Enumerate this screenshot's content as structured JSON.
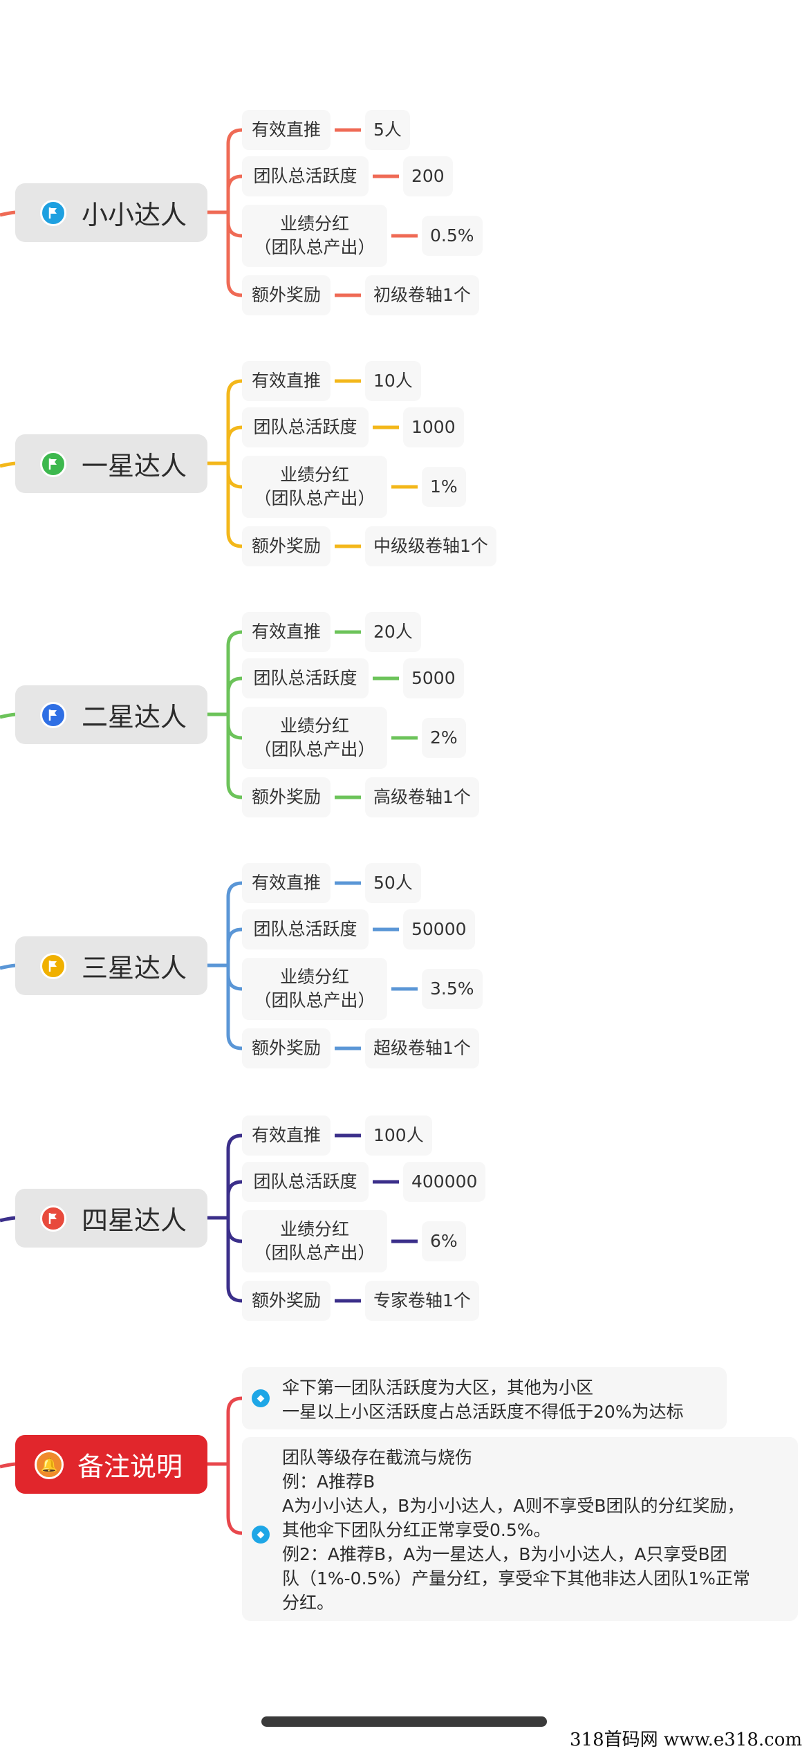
{
  "levels": [
    {
      "title": "小小达人",
      "color": "#ef6a55",
      "icon_color": "#1ea0e0",
      "icon": "flag-icon",
      "rows": [
        {
          "label": "有效直推",
          "value": "5人"
        },
        {
          "label": "团队总活跃度",
          "value": "200"
        },
        {
          "label": "业绩分红\n（团队总产出）",
          "value": "0.5%"
        },
        {
          "label": "额外奖励",
          "value": "初级卷轴1个"
        }
      ]
    },
    {
      "title": "一星达人",
      "color": "#f3b71a",
      "icon_color": "#3db84e",
      "icon": "flag-icon",
      "rows": [
        {
          "label": "有效直推",
          "value": "10人"
        },
        {
          "label": "团队总活跃度",
          "value": "1000"
        },
        {
          "label": "业绩分红\n（团队总产出）",
          "value": "1%"
        },
        {
          "label": "额外奖励",
          "value": "中级级卷轴1个"
        }
      ]
    },
    {
      "title": "二星达人",
      "color": "#6cc35a",
      "icon_color": "#2f6fe4",
      "icon": "flag-icon",
      "rows": [
        {
          "label": "有效直推",
          "value": "20人"
        },
        {
          "label": "团队总活跃度",
          "value": "5000"
        },
        {
          "label": "业绩分红\n（团队总产出）",
          "value": "2%"
        },
        {
          "label": "额外奖励",
          "value": "高级卷轴1个"
        }
      ]
    },
    {
      "title": "三星达人",
      "color": "#5a96d6",
      "icon_color": "#f0b000",
      "icon": "flag-icon",
      "rows": [
        {
          "label": "有效直推",
          "value": "50人"
        },
        {
          "label": "团队总活跃度",
          "value": "50000"
        },
        {
          "label": "业绩分红\n（团队总产出）",
          "value": "3.5%"
        },
        {
          "label": "额外奖励",
          "value": "超级卷轴1个"
        }
      ]
    },
    {
      "title": "四星达人",
      "color": "#3b2f8a",
      "icon_color": "#e84a3c",
      "icon": "flag-icon",
      "rows": [
        {
          "label": "有效直推",
          "value": "100人"
        },
        {
          "label": "团队总活跃度",
          "value": "400000"
        },
        {
          "label": "业绩分红\n（团队总产出）",
          "value": "6%"
        },
        {
          "label": "额外奖励",
          "value": "专家卷轴1个"
        }
      ]
    }
  ],
  "notes": {
    "title": "备注说明",
    "color": "#e8474c",
    "items": [
      {
        "lines": [
          "伞下第一团队活跃度为大区，其他为小区",
          "一星以上小区活跃度占总活跃度不得低于20%为达标"
        ]
      },
      {
        "lines": [
          "团队等级存在截流与烧伤",
          "例：A推荐B",
          "A为小小达人，B为小小达人，A则不享受B团队的分红奖励，",
          "其他伞下团队分红正常享受0.5%。",
          "例2：A推荐B，A为一星达人，B为小小达人，A只享受B团",
          "队（1%-0.5%）产量分红，享受伞下其他非达人团队1%正常",
          "分红。"
        ]
      }
    ]
  },
  "watermark": "318首码网  www.e318.com"
}
